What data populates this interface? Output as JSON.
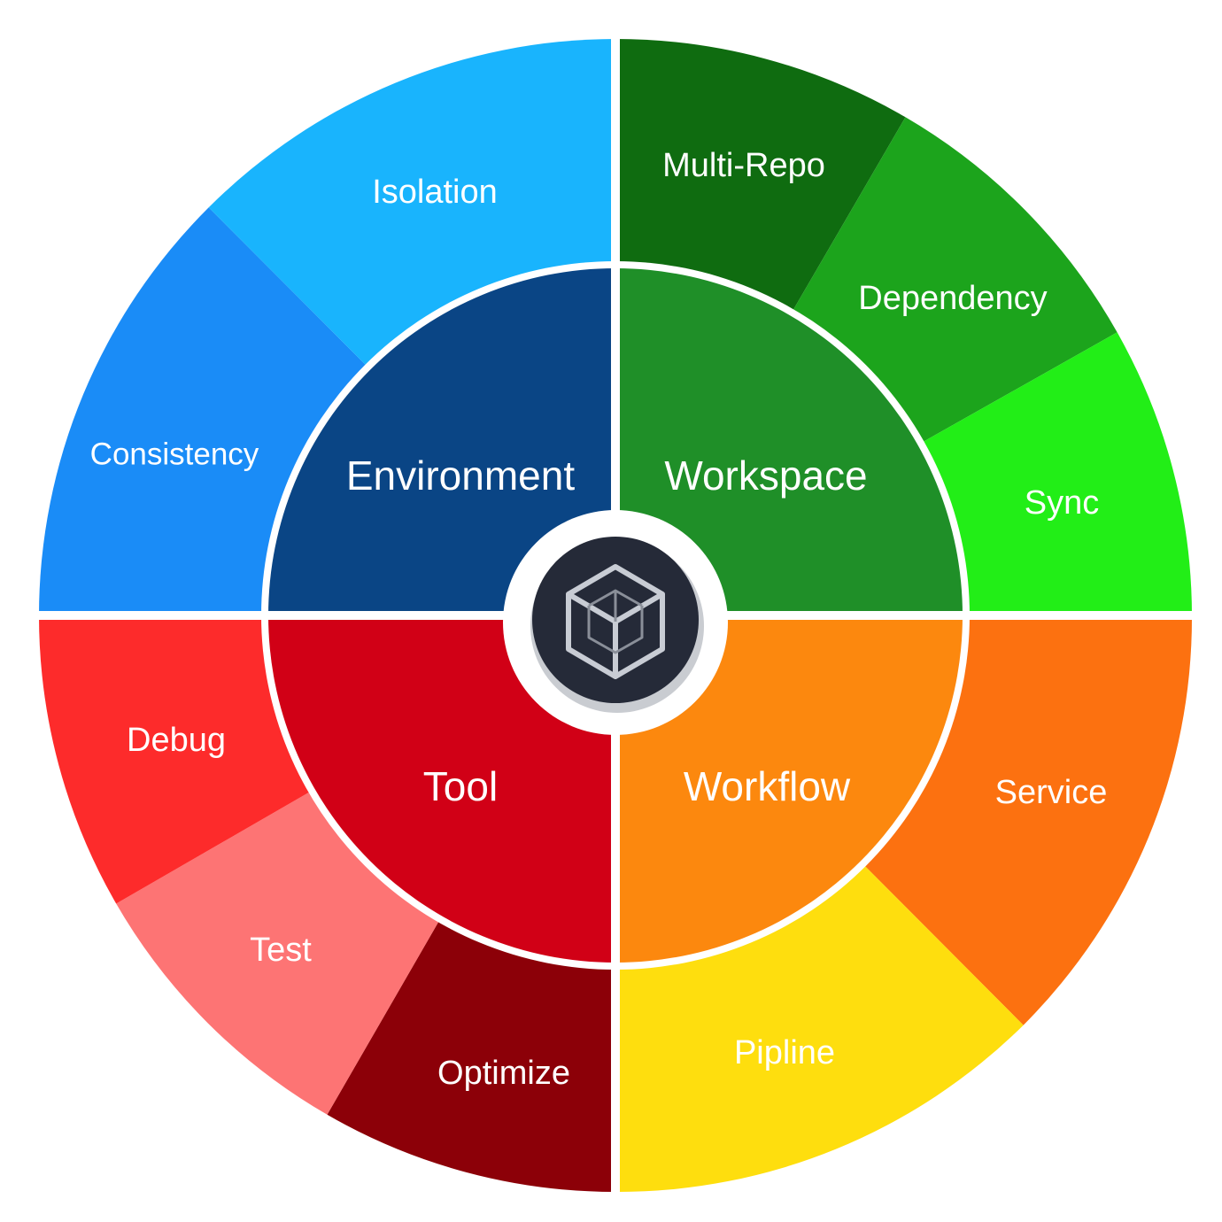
{
  "center": {
    "logo_icon": "cube-icon"
  },
  "quadrants": [
    {
      "id": "environment",
      "label": "Environment",
      "color": "#0a4585",
      "segments": [
        {
          "label": "Consistency",
          "color": "#1a8cf7"
        },
        {
          "label": "Isolation",
          "color": "#19b4fd"
        }
      ]
    },
    {
      "id": "workspace",
      "label": "Workspace",
      "color": "#1f8f28",
      "segments": [
        {
          "label": "Multi-Repo",
          "color": "#0f6c10"
        },
        {
          "label": "Dependency",
          "color": "#1ca41c"
        },
        {
          "label": "Sync",
          "color": "#22ee17"
        }
      ]
    },
    {
      "id": "workflow",
      "label": "Workflow",
      "color": "#fc880e",
      "segments": [
        {
          "label": "Service",
          "color": "#fc7110"
        },
        {
          "label": "Pipline",
          "color": "#fede0e"
        }
      ]
    },
    {
      "id": "tool",
      "label": "Tool",
      "color": "#d10016",
      "segments": [
        {
          "label": "Optimize",
          "color": "#8c0008"
        },
        {
          "label": "Test",
          "color": "#fd7474"
        },
        {
          "label": "Debug",
          "color": "#fd2b2b"
        }
      ]
    }
  ]
}
